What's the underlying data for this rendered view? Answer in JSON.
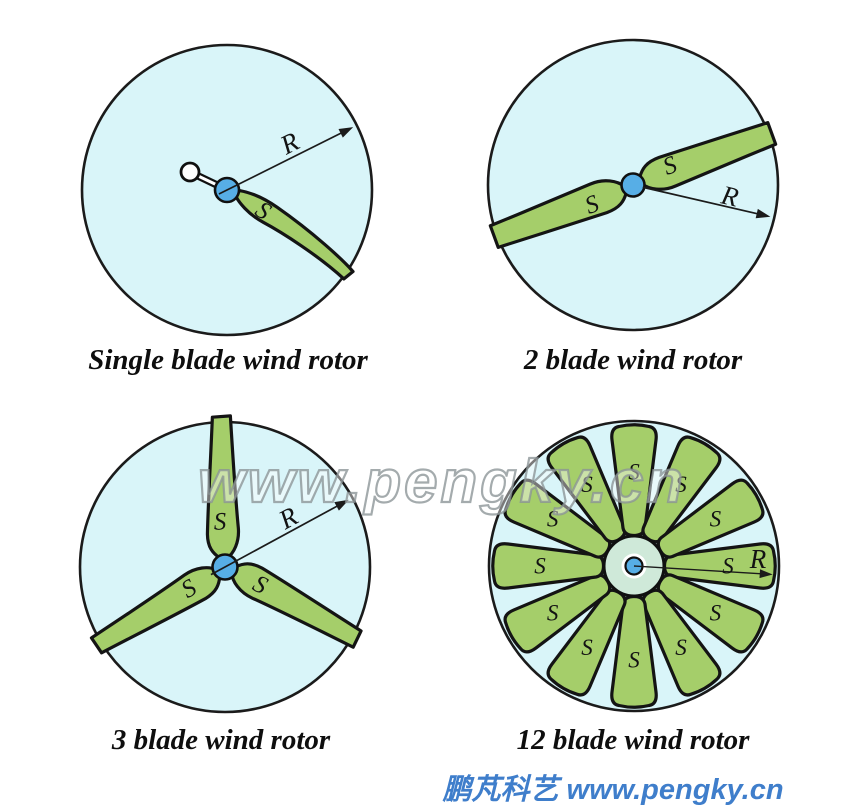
{
  "colors": {
    "background": "#ffffff",
    "disc_fill": "#d9f5f9",
    "disc_stroke": "#1b1b1b",
    "blade_fill": "#a5ce6a",
    "hub_fill": "#57aee6",
    "center_disc_fill": "#cfe9d9",
    "caption_color": "#0e0e0e",
    "footer_color": "#3f7ecb",
    "watermark_stroke": "#8a9496"
  },
  "panels": {
    "single": {
      "caption": "Single blade wind rotor",
      "radius_label": "R",
      "blade_labels": [
        "S"
      ]
    },
    "two": {
      "caption": "2 blade wind rotor",
      "radius_label": "R",
      "blade_labels": [
        "S",
        "S"
      ]
    },
    "three": {
      "caption": "3 blade wind rotor",
      "radius_label": "R",
      "blade_labels": [
        "S",
        "S",
        "S"
      ]
    },
    "twelve": {
      "caption": "12 blade wind rotor",
      "radius_label": "R",
      "blade_count": 12,
      "blade_label": "S"
    }
  },
  "watermark": {
    "text": "www.pengky.cn"
  },
  "footer": {
    "text": "鹏芃科艺 www.pengky.cn"
  }
}
